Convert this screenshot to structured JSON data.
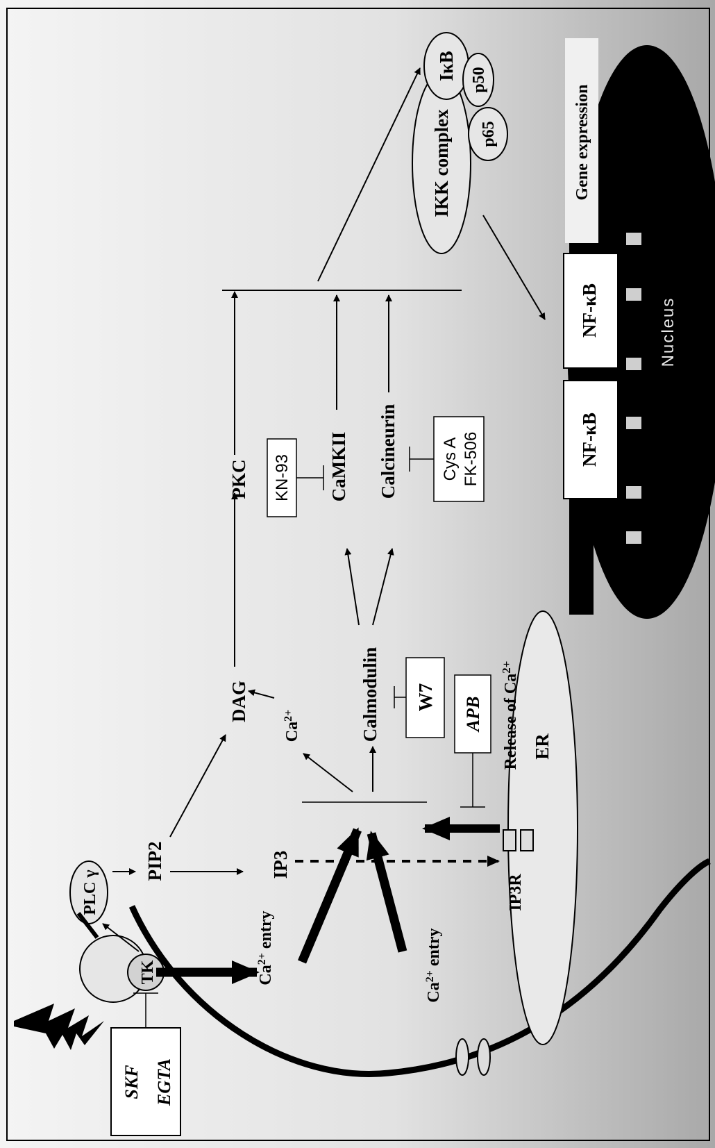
{
  "receptor": {
    "tk_label": "TK"
  },
  "inhibitors": {
    "skf": "SKF",
    "egta": "EGTA",
    "kn93": "KN-93",
    "w7": "W7",
    "apb": "APB",
    "cysa": "Cys A",
    "fk506": "FK-506"
  },
  "molecules": {
    "plc": "PLC γ",
    "pip2": "PIP2",
    "ip3": "IP3",
    "dag": "DAG",
    "ca_small": "Ca",
    "ca_sup": "2+",
    "calmodulin": "Calmodulin",
    "pkc": "PKC",
    "camkii": "CaMKII",
    "calcineurin": "Calcineurin",
    "ikk": "IKK complex",
    "ikb": "IκB",
    "p50": "p50",
    "p65": "p65"
  },
  "calcium": {
    "entry_top_ca": "Ca",
    "entry_top_sup": "2+",
    "entry_top_word": "entry",
    "entry_bottom_ca": "Ca",
    "entry_bottom_sup": "2+",
    "entry_bottom_word": "entry",
    "release_text": "Release of Ca",
    "release_sup": "2+"
  },
  "organelles": {
    "er": "ER",
    "ip3r": "IP3R",
    "nucleus": "Nucleus",
    "nfkb_1": "NF-κB",
    "nfkb_2": "NF-κB",
    "gene_expression": "Gene expression"
  }
}
